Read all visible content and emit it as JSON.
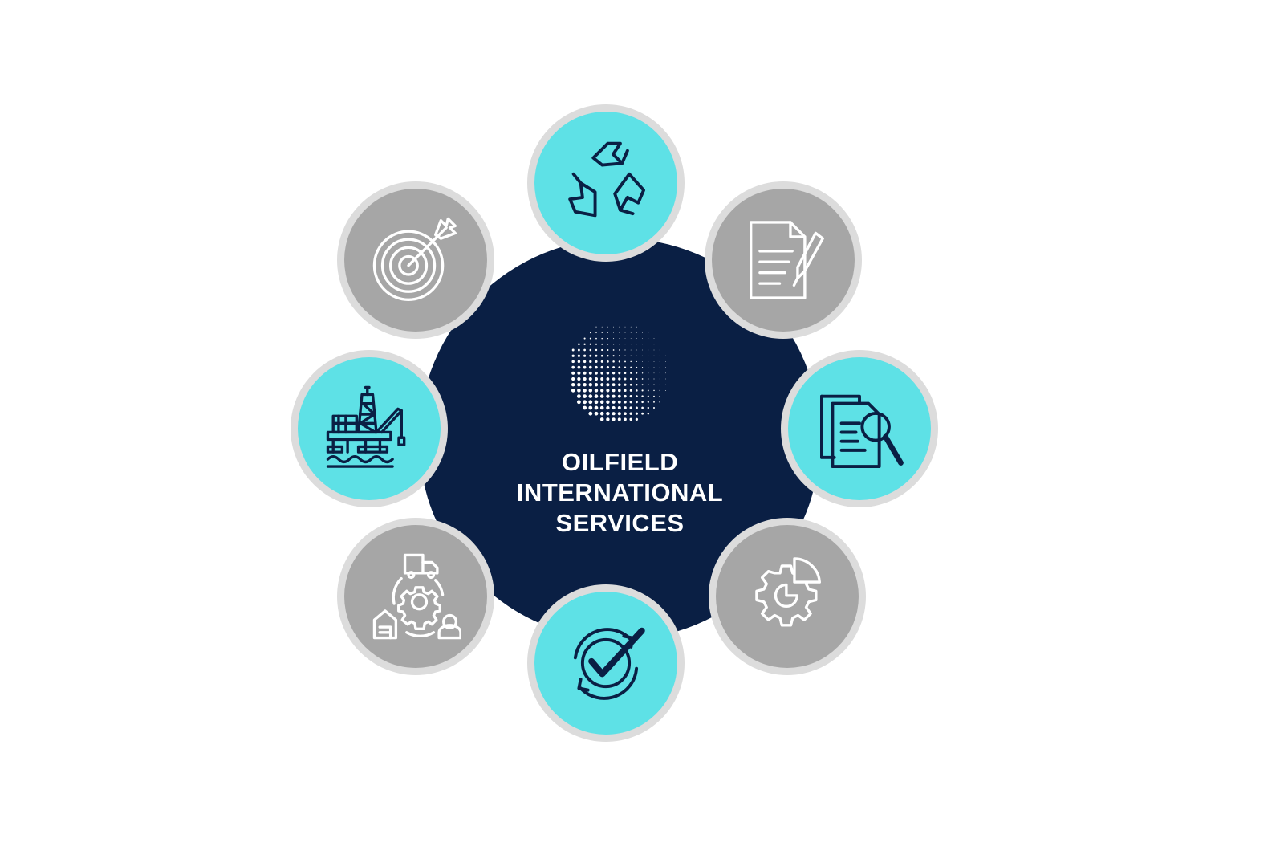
{
  "title_lines": [
    "OILFIELD",
    "INTERNATIONAL",
    "SERVICES"
  ],
  "colors": {
    "hub": "#0a1f44",
    "teal": "#5ee1e6",
    "grey": "#a6a6a6",
    "ring": "#dcdcdc",
    "icon_dark": "#0a1f44",
    "icon_light": "#ffffff"
  },
  "nodes": [
    {
      "icon": "recycle-icon",
      "color": "teal"
    },
    {
      "icon": "document-pen-icon",
      "color": "grey"
    },
    {
      "icon": "document-search-icon",
      "color": "teal"
    },
    {
      "icon": "gear-chart-icon",
      "color": "grey"
    },
    {
      "icon": "check-cycle-icon",
      "color": "teal"
    },
    {
      "icon": "logistics-network-icon",
      "color": "grey"
    },
    {
      "icon": "offshore-rig-icon",
      "color": "teal"
    },
    {
      "icon": "target-arrow-icon",
      "color": "grey"
    }
  ]
}
